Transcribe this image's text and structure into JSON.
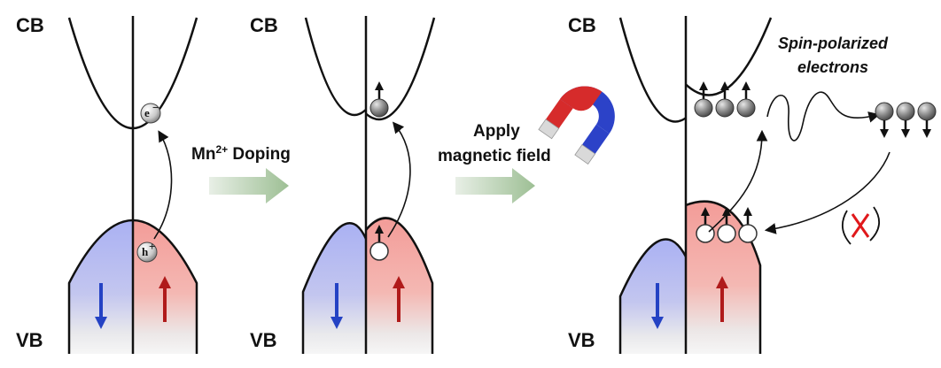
{
  "labels": {
    "cb": "CB",
    "vb": "VB",
    "electron": "e",
    "electron_sup": "−",
    "hole": "h",
    "hole_sup": "+",
    "step1_main": "Mn",
    "step1_sup": "2+",
    "step1_rest": " Doping",
    "step2_line1": "Apply",
    "step2_line2": "magnetic field",
    "spin_line1": "Spin-polarized",
    "spin_line2": "electrons"
  },
  "colors": {
    "spin_down_fill": "#b8bdf0",
    "spin_up_fill": "#f4a9a4",
    "down_arrow": "#2442c4",
    "up_arrow": "#b01a1a",
    "process_arrow": "#a8c4a0",
    "forbidden_mark": "#e0181b",
    "magnet_red": "#d62b2b",
    "magnet_blue": "#2c42c8"
  },
  "icons": {
    "magnet": "horseshoe-magnet-icon",
    "forbidden": "x-mark-icon"
  }
}
